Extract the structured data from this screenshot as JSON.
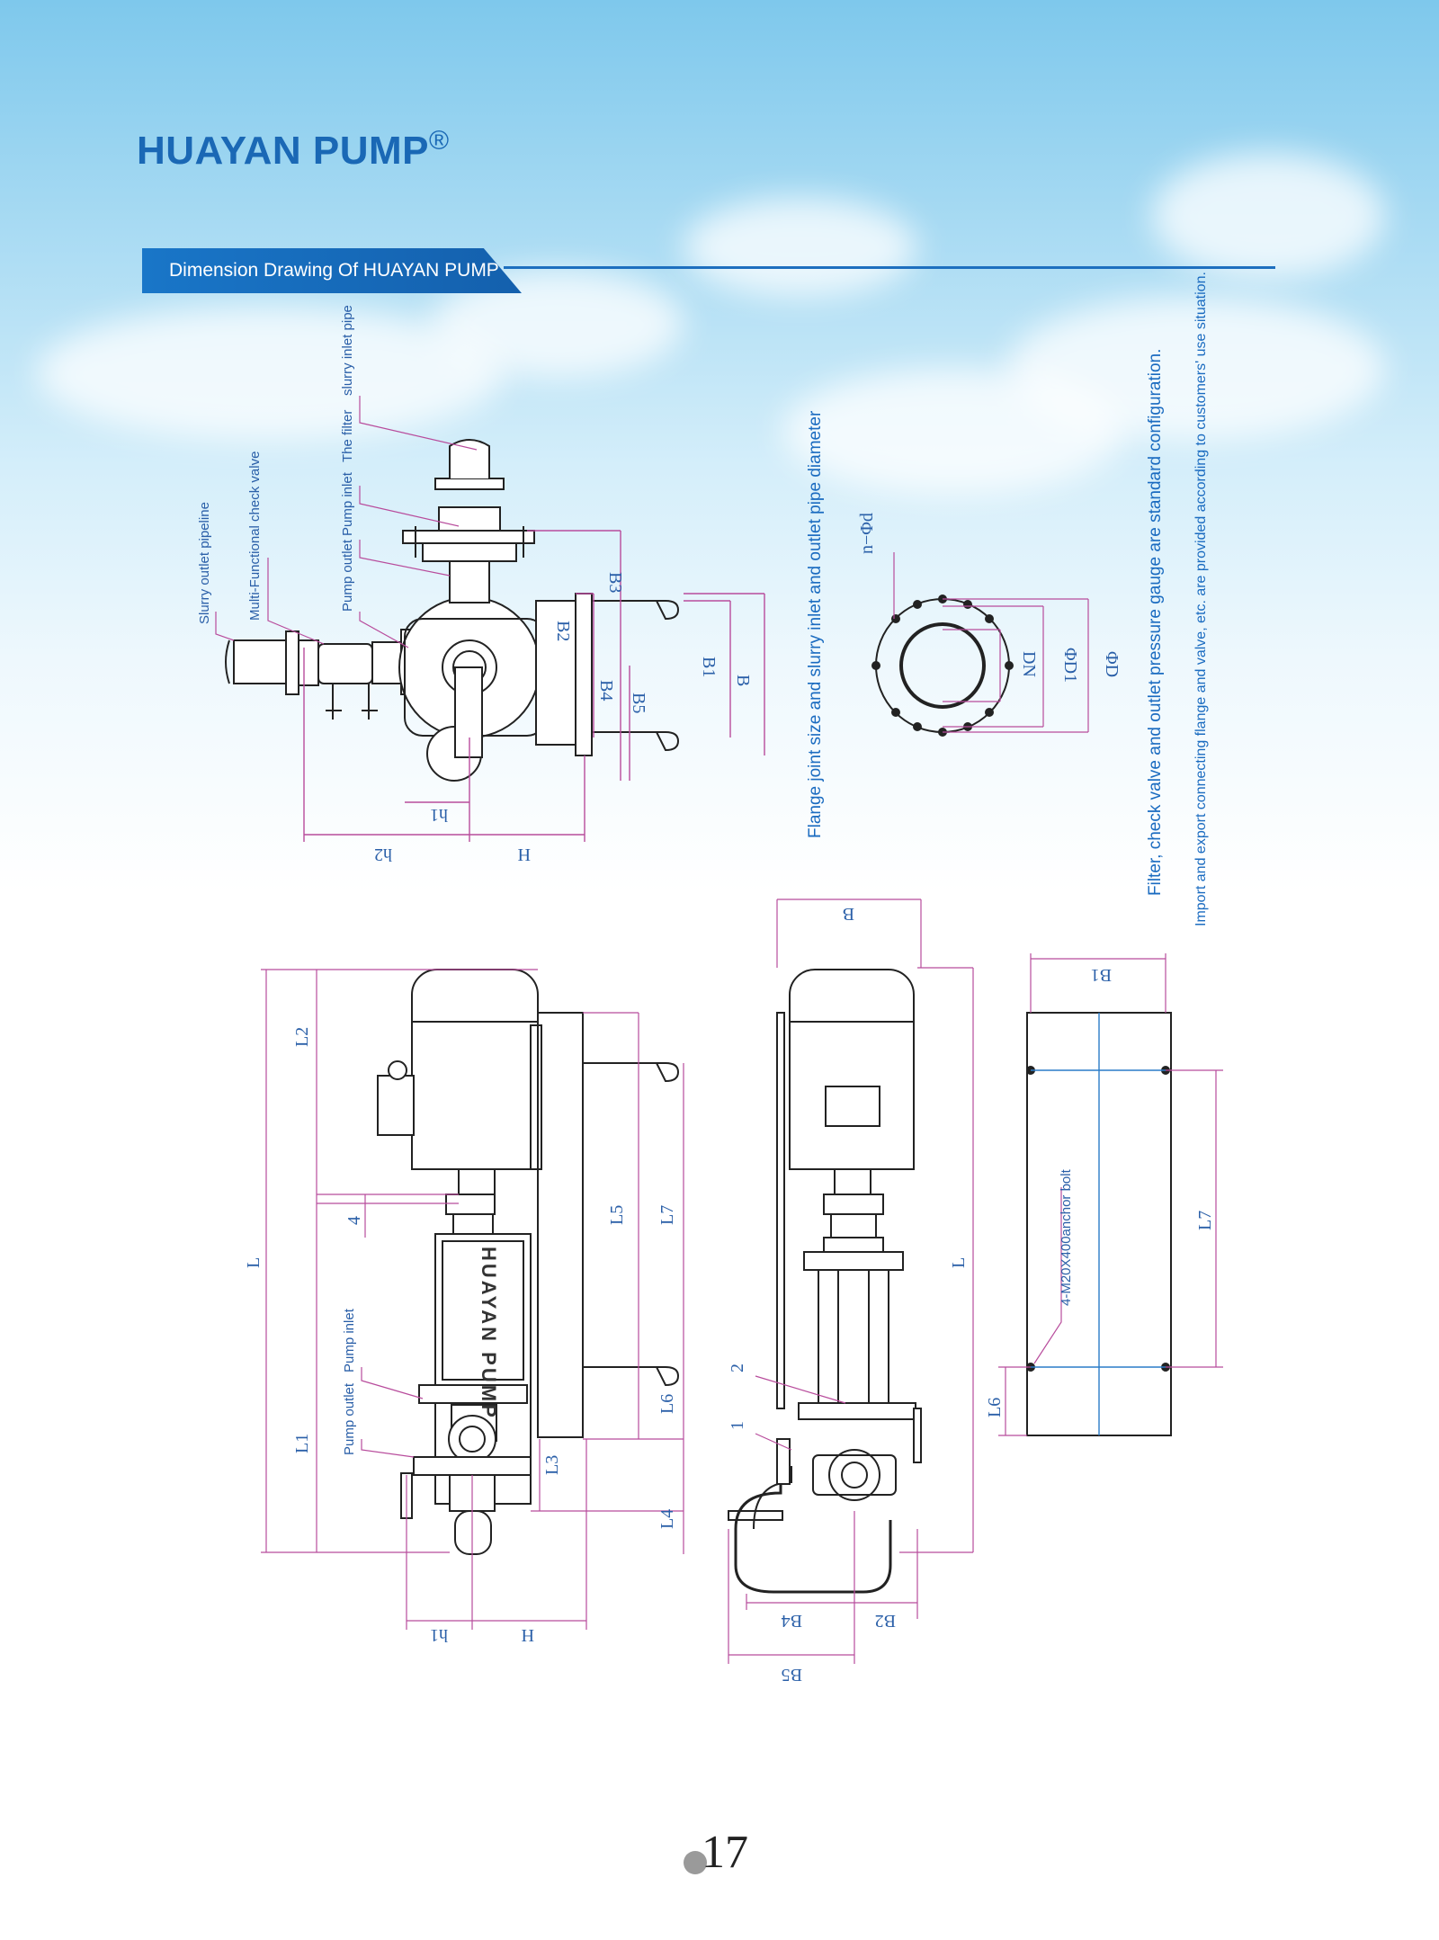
{
  "brand": {
    "name": "HUAYAN PUMP",
    "reg": "®"
  },
  "section": {
    "title": "Dimension Drawing Of HUAYAN PUMP"
  },
  "labels": {
    "slurry_inlet_pipe": "slurry inlet pipe",
    "the_filter": "The filter",
    "pump_inlet": "Pump inlet",
    "pump_outlet": "Pump outlet",
    "check_valve": "Multi-Functional check valve",
    "slurry_outlet_pipeline": "Slurry outlet pipeline",
    "anchor_bolt": "4-M20X400anchor bolt",
    "pump_engraving": "HUAYAN PUMP"
  },
  "dims": {
    "B": "B",
    "B1": "B1",
    "B2": "B2",
    "B3": "B3",
    "B4": "B4",
    "B5": "B5",
    "H": "H",
    "h1": "h1",
    "h2": "h2",
    "L": "L",
    "L1": "L1",
    "L2": "L2",
    "L3": "L3",
    "L4": "L4",
    "L5": "L5",
    "L6": "L6",
    "L7": "L7",
    "n_phi_d": "n−Φd",
    "DN": "DN",
    "phiD1": "ΦD1",
    "phiD": "ΦD",
    "n1": "1",
    "n2": "2",
    "n4": "4"
  },
  "notes": {
    "flange": "Flange joint size and slurry inlet and outlet pipe diameter",
    "config": "Filter, check valve and outlet pressure gauge are standard configuration.",
    "connecting": "Import and export connecting flange and valve, etc. are provided according to customers' use situation."
  },
  "page": {
    "number": "17"
  }
}
